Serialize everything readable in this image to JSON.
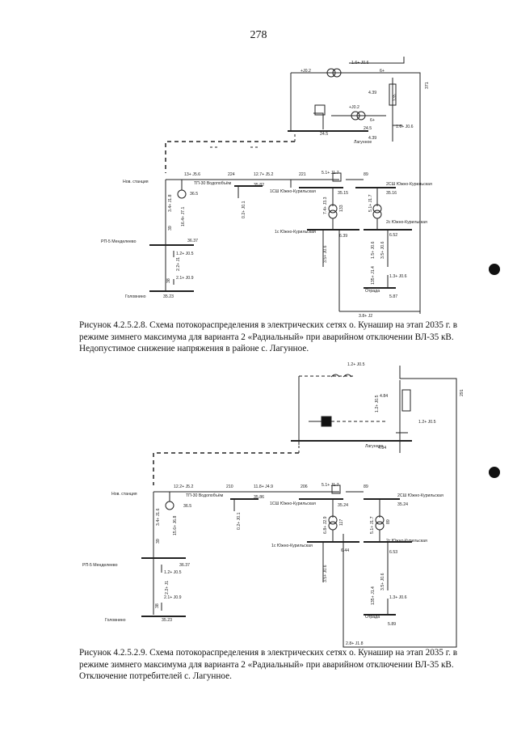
{
  "page_number": "278",
  "figure1": {
    "caption": "Рисунок 4.2.5.2.8. Схема потокораспределения в электрических сетях о. Кунашир на этап 2035 г. в режиме зимнего максимума для варианта 2 «Радиальный» при аварийном отключении ВЛ-35 кВ. Недопустимое снижение напряжения в районе с. Лагунное.",
    "nodes": {
      "nov_station": "Нов. станция",
      "tp30": "ТП-30 Водопобъём",
      "rp5": "РП-5 Менделеево",
      "golovnino": "Головнино",
      "golovnino_v": "35.23",
      "v_36_5": "36.5",
      "v_35_82": "35.82",
      "v_36_37": "36.37",
      "v_35_15": "35.15",
      "v_35_16": "35.16",
      "v_6_39": "6.39",
      "v_6_52": "6.52",
      "v_4_39": "4.39",
      "v_4_39b": "4.39",
      "v_24_5": "24.5",
      "v_24_5b": "24.5",
      "v_5_87": "5.87",
      "lagunnoe": "Лагунное",
      "otrada": "Отрада",
      "ksh1": "1СШ Южно-Курильская",
      "ksh2": "2СШ Южно-Курильская",
      "s1": "1с Южно-Курильская",
      "s2": "2с Южно-Курильская"
    },
    "flows": {
      "f1": "1.6+ J0.6",
      "f2": "+J0.2",
      "f3": "6+",
      "f4": "+J0.2",
      "f5": "6+",
      "f6": "1.6+ J0.6",
      "f7": "13+ J5.6",
      "f8": "224",
      "f9": "12.7+ J5.2",
      "f10": "221",
      "f11": "5.1+ J1.7",
      "f12": "89",
      "f13": "3.4+ J1.8",
      "f14": "39",
      "f15": "16.4+ J7.1",
      "f16": "0.2+ J0.1",
      "f17": "1.2+ J0.5",
      "f18": "38",
      "f19": "2.2+ J1",
      "f20": "2.1+ J0.9",
      "f21": "7.4+ J3.3",
      "f22": "5.1+ J1.7",
      "f23": "3.5+ J0.6",
      "f24": "1.5+ J0.6",
      "f25": "135+ J1.4",
      "f26": "1.3+ J0.6",
      "f27": "3.8+ J2",
      "f28": "371",
      "f29": "135",
      "f30": "133"
    }
  },
  "figure2": {
    "caption": "Рисунок 4.2.5.2.9. Схема потокораспределения в электрических сетях о. Кунашир на этап 2035 г. в режиме зимнего максимума для варианта 2 «Радиальный» при аварийном отключении ВЛ-35 кВ. Отключение потребителей с. Лагунное.",
    "nodes": {
      "nov_station": "Нов. станция",
      "tp30": "ТП-30 Водопобъём",
      "rp5": "РП-5 Менделеево",
      "golovnino": "Головнино",
      "golovnino_v": "35.23",
      "v_36_5": "36.5",
      "v_35_86": "35.86",
      "v_36_37": "36.37",
      "v_35_24": "35.24",
      "v_35_24b": "35.24",
      "v_6_44": "6.44",
      "v_6_53": "6.53",
      "v_4_84": "4.84",
      "v_4_84b": "4.84",
      "v_5_89": "5.89",
      "lagunnoe": "Лагунное",
      "otrada": "Отрада",
      "ksh1": "1СШ Южно-Курильская",
      "ksh2": "2СШ Южно-Курильская",
      "s1": "1с Южно-Курильская",
      "s2": "2с Южно-Курильская"
    },
    "flows": {
      "f1": "1.2+ J0.5",
      "f2": "1.2+ J0.5",
      "f3": "12.2+ J5.2",
      "f4": "210",
      "f5": "11.8+ J4.9",
      "f6": "206",
      "f7": "5.1+ J1.7",
      "f8": "89",
      "f9": "3.4+ J1.6",
      "f10": "39",
      "f11": "15.6+ J6.8",
      "f12": "0.2+ J0.1",
      "f13": "1.2+ J0.5",
      "f14": "38",
      "f15": "2.2+ J1",
      "f16": "2.1+ J0.9",
      "f17": "6.8+ J2.9",
      "f18": "5.1+ J1.7",
      "f19": "3.5+ J0.6",
      "f20": "1.3+ J0.6",
      "f21": "135+ J1.4",
      "f22": "3.5+ J0.6",
      "f23": "2.8+ J1.8",
      "f24": "291",
      "f25": "117",
      "f26": "89",
      "f27": "1.2+ J0.5"
    }
  }
}
